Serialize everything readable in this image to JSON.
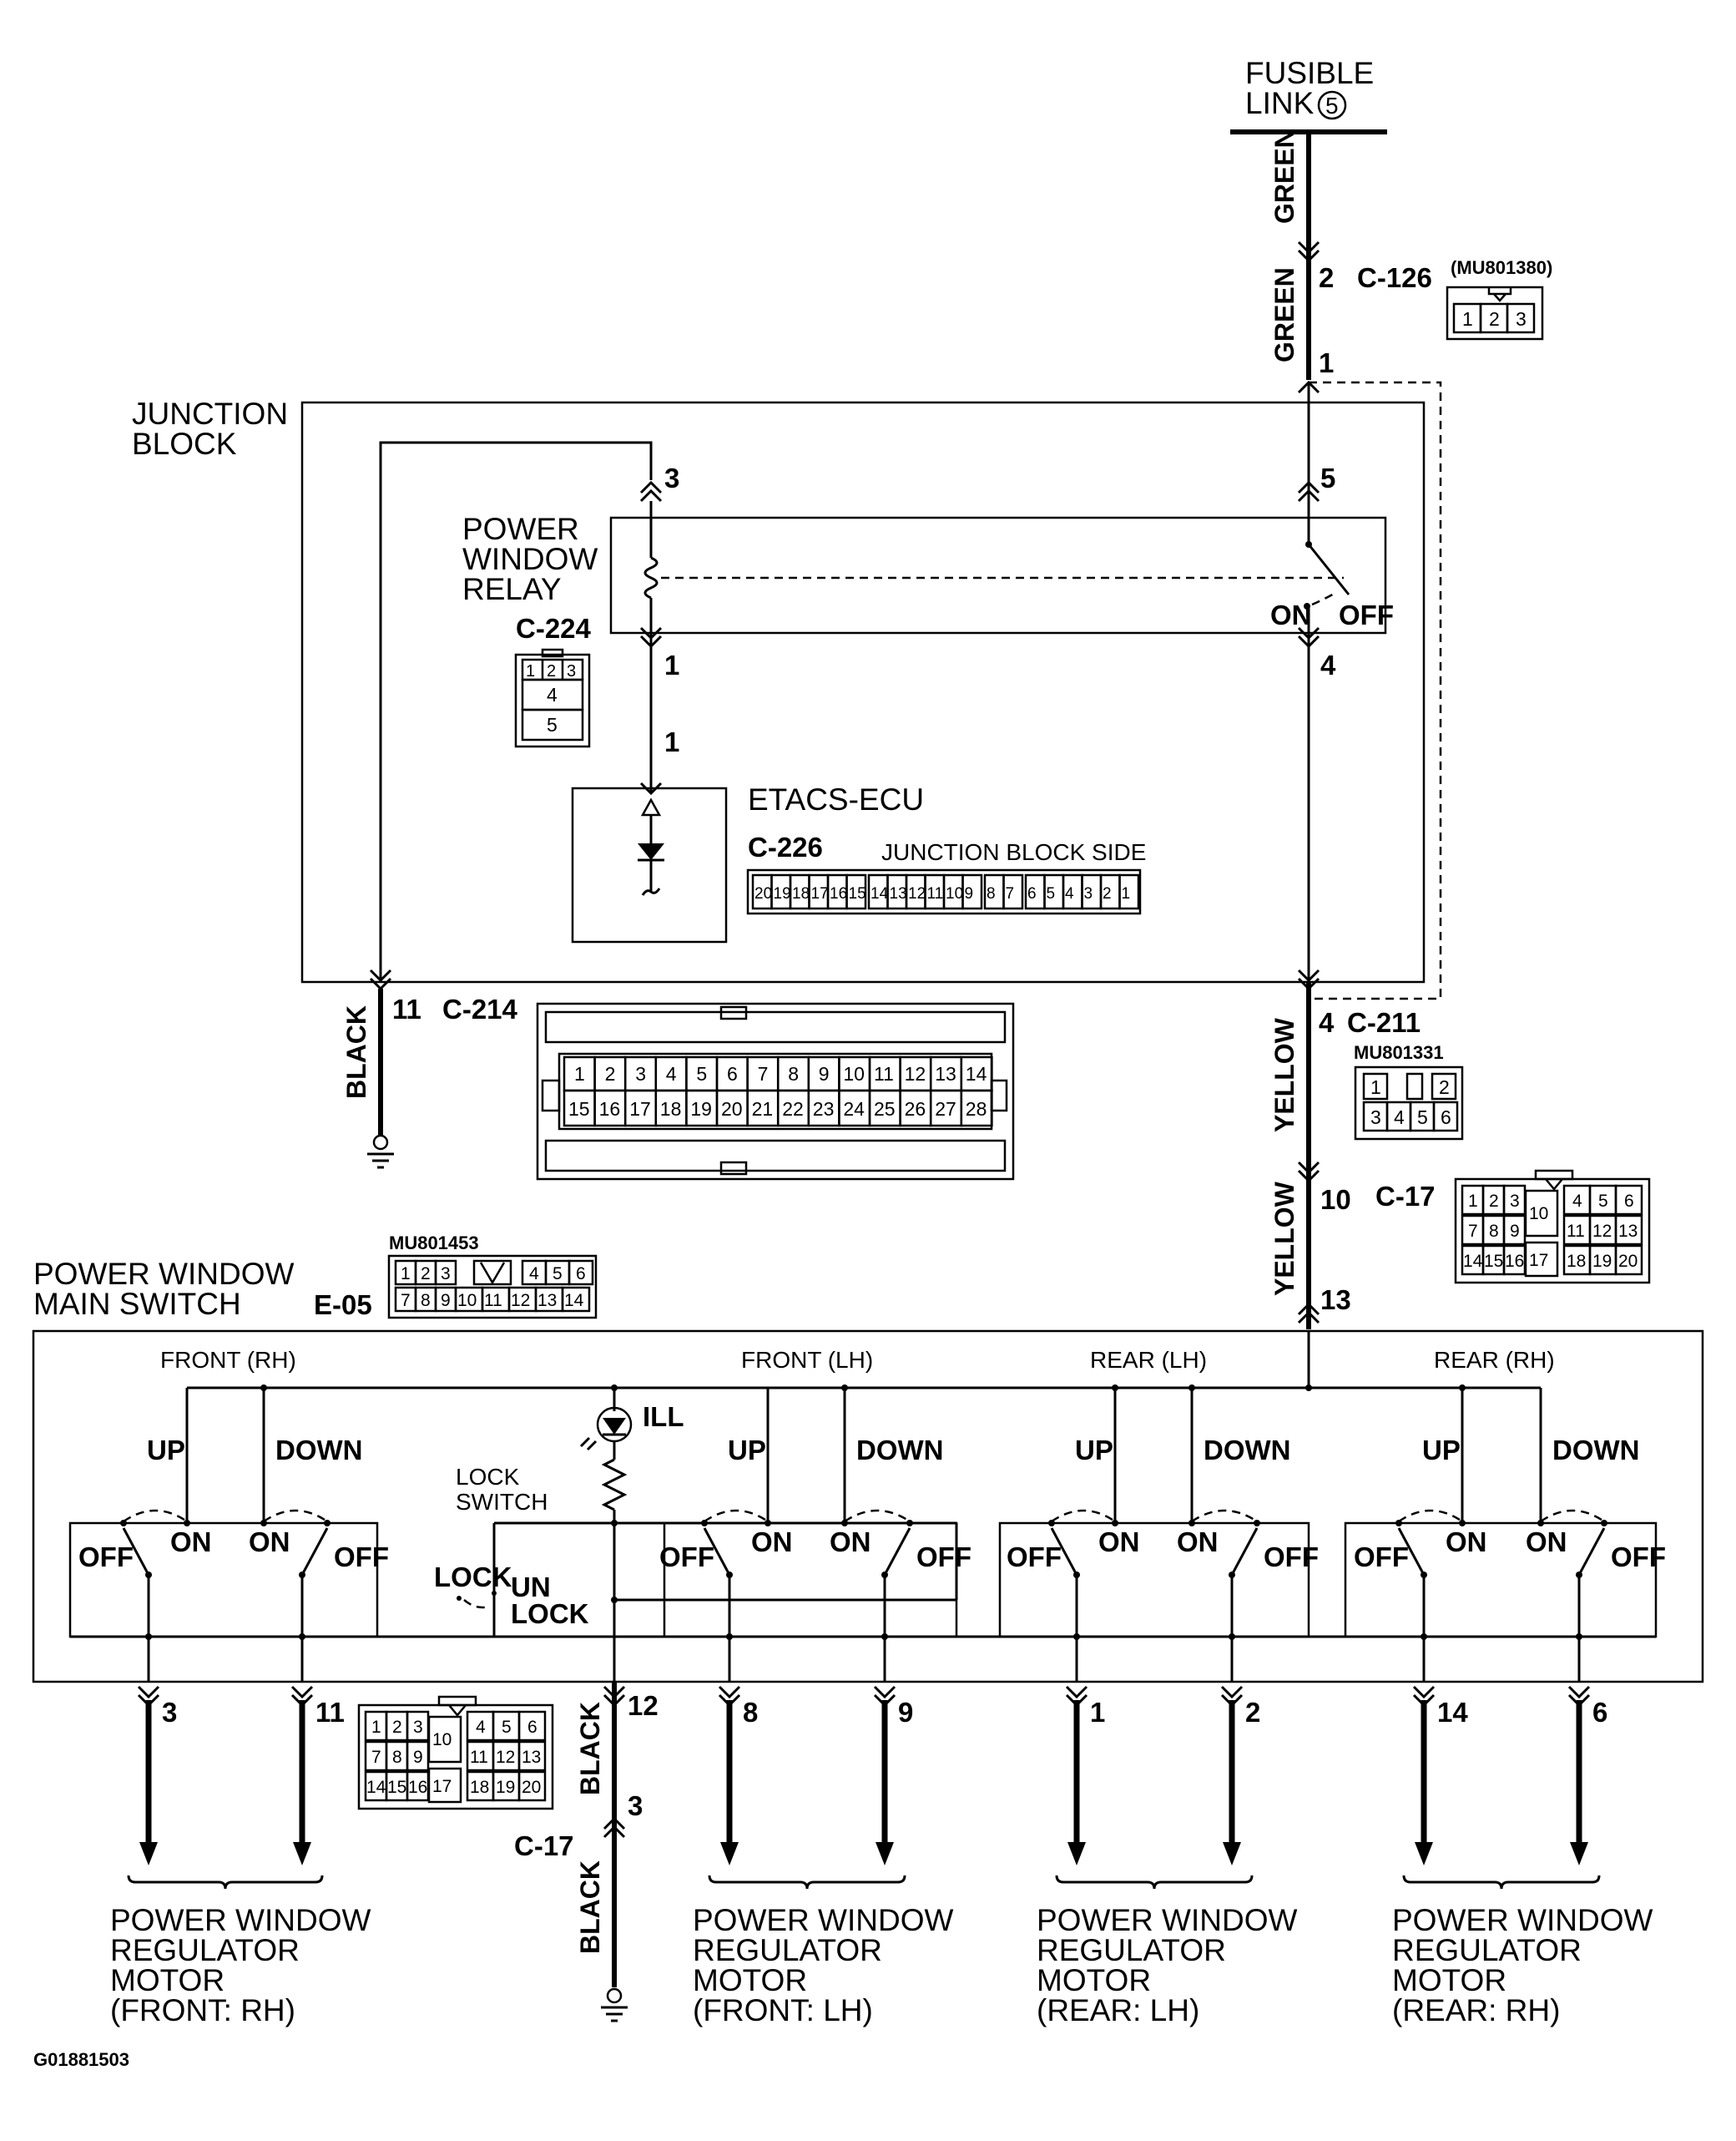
{
  "fusible_link": {
    "line1": "FUSIBLE",
    "line2": "LINK",
    "num": "5"
  },
  "wires": {
    "green": "GREEN",
    "yellow": "YELLOW",
    "black": "BLACK"
  },
  "connectors": {
    "c126": {
      "pin_top": "2",
      "id": "C-126",
      "pin_bottom": "1",
      "part": "(MU801380)",
      "cells": [
        "1",
        "2",
        "3"
      ]
    },
    "c224": {
      "id": "C-224",
      "cells": [
        "1",
        "2",
        "3",
        "4",
        "5"
      ]
    },
    "c226": {
      "id": "C-226",
      "side": "JUNCTION BLOCK SIDE",
      "cells": [
        "20",
        "19",
        "18",
        "17",
        "16",
        "15",
        "14",
        "13",
        "12",
        "11",
        "10",
        "9",
        "8",
        "7",
        "6",
        "5",
        "4",
        "3",
        "2",
        "1"
      ]
    },
    "c214": {
      "pin": "11",
      "id": "C-214",
      "row1": [
        "1",
        "2",
        "3",
        "4",
        "5",
        "6",
        "7",
        "8",
        "9",
        "10",
        "11",
        "12",
        "13",
        "14"
      ],
      "row2": [
        "15",
        "16",
        "17",
        "18",
        "19",
        "20",
        "21",
        "22",
        "23",
        "24",
        "25",
        "26",
        "27",
        "28"
      ]
    },
    "c211": {
      "pin": "4",
      "id": "C-211",
      "part": "MU801331",
      "cells": [
        "1",
        "2",
        "3",
        "4",
        "5",
        "6"
      ]
    },
    "c17": {
      "pin_top": "10",
      "id": "C-17",
      "pin_bottom": "13",
      "row1": [
        "1",
        "2",
        "3",
        "10",
        "4",
        "5",
        "6"
      ],
      "row2": [
        "7",
        "8",
        "9",
        "11",
        "12",
        "13"
      ],
      "row3": [
        "14",
        "15",
        "16",
        "17",
        "18",
        "19",
        "20"
      ]
    },
    "e05": {
      "id": "E-05",
      "part": "MU801453",
      "row1": [
        "1",
        "2",
        "3",
        "4",
        "5",
        "6"
      ],
      "row2": [
        "7",
        "8",
        "9",
        "10",
        "11",
        "12",
        "13",
        "14"
      ]
    },
    "c17_lower": {
      "pin": "3",
      "id": "C-17"
    }
  },
  "junction_block": {
    "line1": "JUNCTION",
    "line2": "BLOCK"
  },
  "relay": {
    "line1": "POWER",
    "line2": "WINDOW",
    "line3": "RELAY",
    "on": "ON",
    "off": "OFF",
    "pin3": "3",
    "pin1": "1",
    "pin5": "5",
    "pin4": "4",
    "ecu_pin": "1"
  },
  "ecu": {
    "name": "ETACS-ECU"
  },
  "main_switch": {
    "line1": "POWER WINDOW",
    "line2": "MAIN SWITCH",
    "ill": "ILL",
    "lock_switch_1": "LOCK",
    "lock_switch_2": "SWITCH",
    "lock": "LOCK",
    "un": "UN",
    "unlock": "LOCK"
  },
  "sections": [
    {
      "title": "FRONT (RH)",
      "up": "UP",
      "down": "DOWN",
      "pins": [
        "3",
        "11"
      ]
    },
    {
      "title": "FRONT (LH)",
      "up": "UP",
      "down": "DOWN",
      "pins": [
        "8",
        "9"
      ]
    },
    {
      "title": "REAR (LH)",
      "up": "UP",
      "down": "DOWN",
      "pins": [
        "1",
        "2"
      ]
    },
    {
      "title": "REAR (RH)",
      "up": "UP",
      "down": "DOWN",
      "pins": [
        "14",
        "6"
      ]
    }
  ],
  "switch_states": {
    "on": "ON",
    "off": "OFF"
  },
  "ground_pin": "12",
  "motors": [
    {
      "l1": "POWER WINDOW",
      "l2": "REGULATOR",
      "l3": "MOTOR",
      "l4": "(FRONT: RH)"
    },
    {
      "l1": "POWER WINDOW",
      "l2": "REGULATOR",
      "l3": "MOTOR",
      "l4": "(FRONT: LH)"
    },
    {
      "l1": "POWER WINDOW",
      "l2": "REGULATOR",
      "l3": "MOTOR",
      "l4": "(REAR: LH)"
    },
    {
      "l1": "POWER WINDOW",
      "l2": "REGULATOR",
      "l3": "MOTOR",
      "l4": "(REAR: RH)"
    }
  ],
  "figure_id": "G01881503"
}
